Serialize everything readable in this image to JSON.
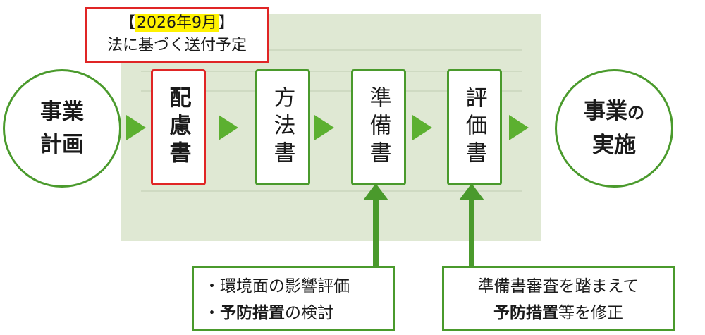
{
  "callout": {
    "bracket_open": "【",
    "date": "2026年9月",
    "bracket_close": "】",
    "text": "法に基づく送付予定"
  },
  "start": {
    "line1": "事業",
    "line2": "計画"
  },
  "documents": [
    {
      "label": "配慮書",
      "highlight": true
    },
    {
      "label": "方法書",
      "highlight": false
    },
    {
      "label": "準備書",
      "highlight": false
    },
    {
      "label": "評価書",
      "highlight": false
    }
  ],
  "end": {
    "line1_a": "事業",
    "line1_b": "の",
    "line2": "実施"
  },
  "note_left": {
    "bullet": "・",
    "line1": "環境面の影響評価",
    "line2_bold": "予防措置",
    "line2_rest": "の検討"
  },
  "note_right": {
    "line1": "準備書審査を踏まえて",
    "line2_bold": "予防措置",
    "line2_rest": "等を修正"
  },
  "colors": {
    "green": "#4a9a2c",
    "arrow_green": "#5cb030",
    "red": "#e02525",
    "panel": "#dfe8d3",
    "highlight": "#fff200"
  }
}
